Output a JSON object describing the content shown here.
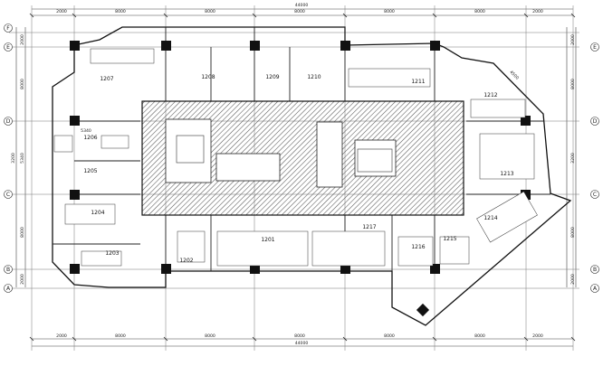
{
  "drawing": {
    "overall_top": "44000",
    "overall_bottom": "44000",
    "dims_top": [
      "2000",
      "8000",
      "8000",
      "8000",
      "8000",
      "8000",
      "2000"
    ],
    "dims_bottom": [
      "2000",
      "8000",
      "8000",
      "8000",
      "8000",
      "8000",
      "2000"
    ],
    "dims_left": [
      "2000",
      "8000",
      "5340",
      "3200",
      "8000",
      "2000"
    ],
    "dims_right": [
      "2000",
      "8000",
      "3200",
      "8000",
      "2000"
    ],
    "grid_left": [
      "F",
      "E",
      "D",
      "C",
      "B",
      "A"
    ],
    "grid_right": [
      "E",
      "D",
      "C",
      "B",
      "A"
    ],
    "rooms": [
      "1203",
      "1204",
      "1205",
      "1206",
      "1207",
      "1208",
      "1209",
      "1210",
      "1211",
      "1212",
      "1213",
      "1214",
      "1215",
      "1216",
      "1217",
      "1201",
      "1202"
    ],
    "notes": {
      "dim_5340": "5340",
      "dim_4500": "4500"
    }
  }
}
